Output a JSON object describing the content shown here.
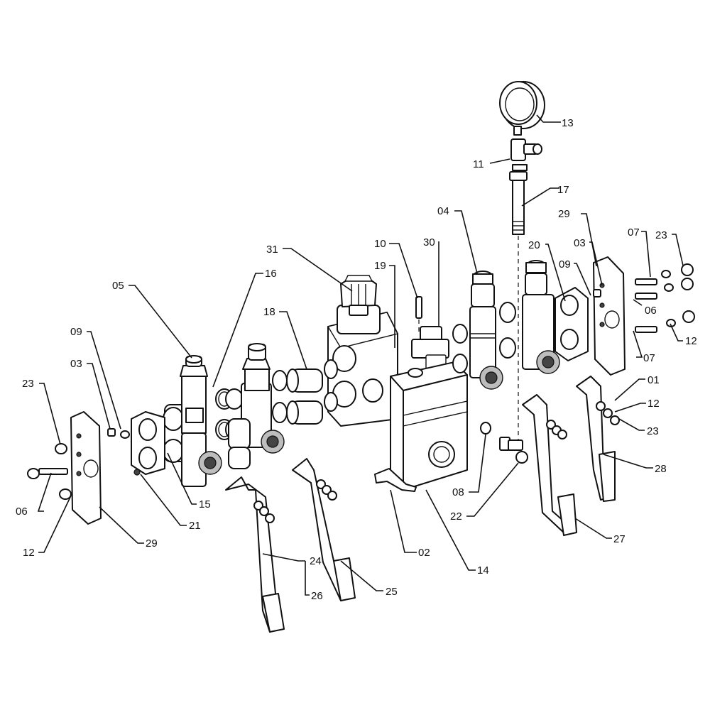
{
  "diagram": {
    "callouts": {
      "c13": "13",
      "c11": "11",
      "c17": "17",
      "c04": "04",
      "c29r": "29",
      "c07a": "07",
      "c23r": "23",
      "c31": "31",
      "c10": "10",
      "c30": "30",
      "c20": "20",
      "c03r": "03",
      "c09r": "09",
      "c06r": "06",
      "c19": "19",
      "c16": "16",
      "c05": "05",
      "c18": "18",
      "c12a": "12",
      "c07b": "07",
      "c09l": "09",
      "c03l": "03",
      "c23l": "23",
      "c01": "01",
      "c12b": "12",
      "c23b": "23",
      "c28": "28",
      "c06l": "06",
      "c15": "15",
      "c08": "08",
      "c21": "21",
      "c22": "22",
      "c12l": "12",
      "c29l": "29",
      "c27": "27",
      "c02": "02",
      "c24": "24",
      "c26": "26",
      "c25": "25",
      "c14": "14"
    }
  }
}
